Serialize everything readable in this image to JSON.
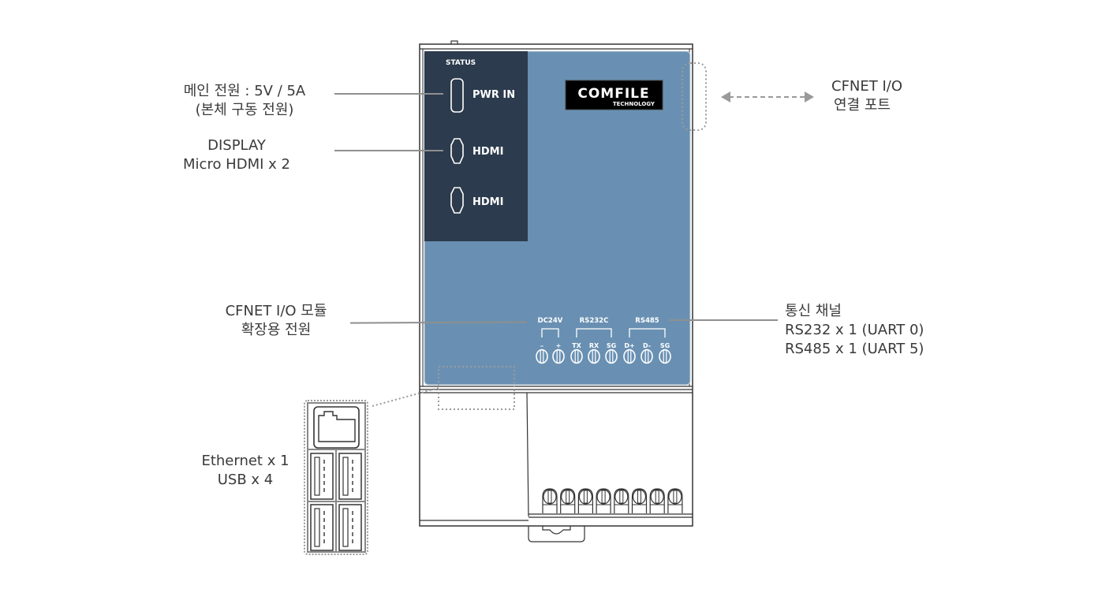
{
  "device": {
    "status_label": "STATUS",
    "ports": [
      {
        "name": "pwr-in",
        "label": "PWR IN"
      },
      {
        "name": "hdmi-1",
        "label": "HDMI"
      },
      {
        "name": "hdmi-2",
        "label": "HDMI"
      }
    ],
    "logo": {
      "main": "COMFILE",
      "sub": "TECHNOLOGY"
    },
    "terminal_groups": [
      {
        "name": "dc24v",
        "label": "DC24V",
        "pins": [
          "–",
          "+"
        ]
      },
      {
        "name": "rs232c",
        "label": "RS232C",
        "pins": [
          "TX",
          "RX",
          "SG"
        ]
      },
      {
        "name": "rs485",
        "label": "RS485",
        "pins": [
          "D+",
          "D-",
          "SG"
        ]
      }
    ],
    "colors": {
      "panel_dark": "#2c3b4d",
      "panel_blue": "#6990b2",
      "outline": "#333333",
      "callout_gray": "#9a9a9a"
    }
  },
  "callouts": {
    "main_power": {
      "line1": "메인 전원 : 5V / 5A",
      "line2": "(본체 구동 전원)"
    },
    "display": {
      "line1": "DISPLAY",
      "line2": "Micro HDMI x 2"
    },
    "cfnet_port": {
      "line1": "CFNET I/O",
      "line2": "연결 포트"
    },
    "cfnet_power": {
      "line1": "CFNET I/O 모듈",
      "line2": "확장용 전원"
    },
    "comm_channel": {
      "line1": "통신 채널",
      "line2": "RS232 x 1 (UART 0)",
      "line3": "RS485 x 1 (UART 5)"
    },
    "ethernet_usb": {
      "line1": "Ethernet x 1",
      "line2": "USB x 4"
    }
  }
}
